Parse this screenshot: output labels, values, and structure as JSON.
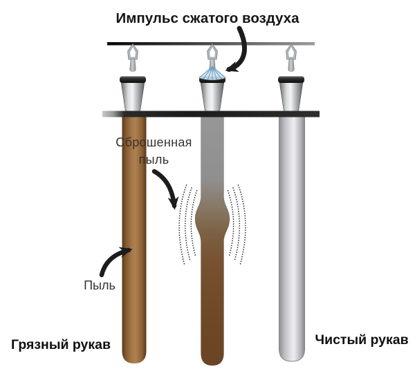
{
  "diagram": {
    "title": "Импульс сжатого воздуха",
    "annotations": {
      "shed_dust_line1": "Сброшенная",
      "shed_dust_line2": "пыль",
      "dust": "Пыль"
    },
    "bags": {
      "dirty": {
        "label": "Грязный рукав",
        "color": "#a5784a"
      },
      "pulsed": {
        "top_color": "#949494",
        "bottom_color": "#6a4423"
      },
      "clean": {
        "label": "Чистый рукав",
        "color": "#d9d9db"
      }
    },
    "icons": {
      "nozzle_hanger": "hanger-nozzle-icon",
      "air_spray": "compressed-air-jet-icon",
      "vibration": "vibration-arcs-icon",
      "arrows": "curved-black-arrow-icon"
    },
    "colors": {
      "arrow_black": "#1c1c1c",
      "spray_blue": "#69a1c6",
      "rail_gray": "#3d3d3d",
      "tube_sheet_dark": "#1c1c1c"
    }
  }
}
